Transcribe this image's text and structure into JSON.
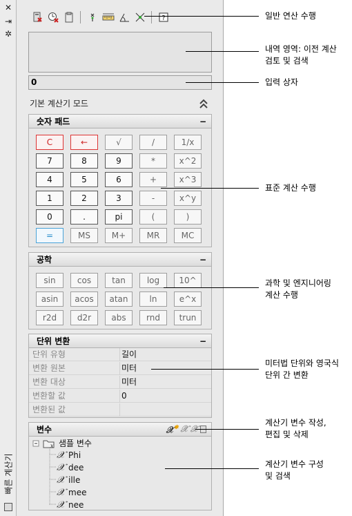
{
  "sidebar": {
    "title": "빠른 계산기",
    "close_glyph": "✕",
    "autohide_glyph": "⇥",
    "properties_glyph": "✲"
  },
  "display": {
    "input_value": "0"
  },
  "mode_label": "기본 계산기 모드",
  "number_pad": {
    "title": "숫자 패드",
    "toggle": "−",
    "buttons": [
      "C",
      "←",
      "√",
      "/",
      "1/x",
      "7",
      "8",
      "9",
      "*",
      "x^2",
      "4",
      "5",
      "6",
      "+",
      "x^3",
      "1",
      "2",
      "3",
      "-",
      "x^y",
      "0",
      ".",
      "pi",
      "(",
      ")",
      "=",
      "MS",
      "M+",
      "MR",
      "MC"
    ]
  },
  "engineering": {
    "title": "공학",
    "toggle": "−",
    "buttons": [
      "sin",
      "cos",
      "tan",
      "log",
      "10^",
      "asin",
      "acos",
      "atan",
      "ln",
      "e^x",
      "r2d",
      "d2r",
      "abs",
      "rnd",
      "trun"
    ]
  },
  "unit_conversion": {
    "title": "단위 변환",
    "toggle": "−",
    "rows": [
      {
        "label": "단위 유형",
        "value": "길이"
      },
      {
        "label": "변환 원본",
        "value": "미터"
      },
      {
        "label": "변환 대상",
        "value": "미터"
      },
      {
        "label": "변환할 값",
        "value": "0"
      },
      {
        "label": "변환된 값",
        "value": ""
      }
    ]
  },
  "variables": {
    "title": "변수",
    "group_name": "샘플 변수",
    "items": [
      "Phi",
      "dee",
      "ille",
      "mee",
      "nee"
    ]
  },
  "callouts": [
    "일반 연산 수행",
    "내역 영역: 이전 계산\n검토 및 검색",
    "입력 상자",
    "표준 계산 수행",
    "과학 및 엔지니어링\n계산 수행",
    "미터법 단위와 영국식\n단위 간 변환",
    "계산기 변수 작성,\n편집 및 삭제",
    "계산기 변수 구성\n및 검색"
  ],
  "colors": {
    "panel_bg": "#eaeaea",
    "clear_red": "#cc2222",
    "equals_blue": "#1e88c9"
  }
}
